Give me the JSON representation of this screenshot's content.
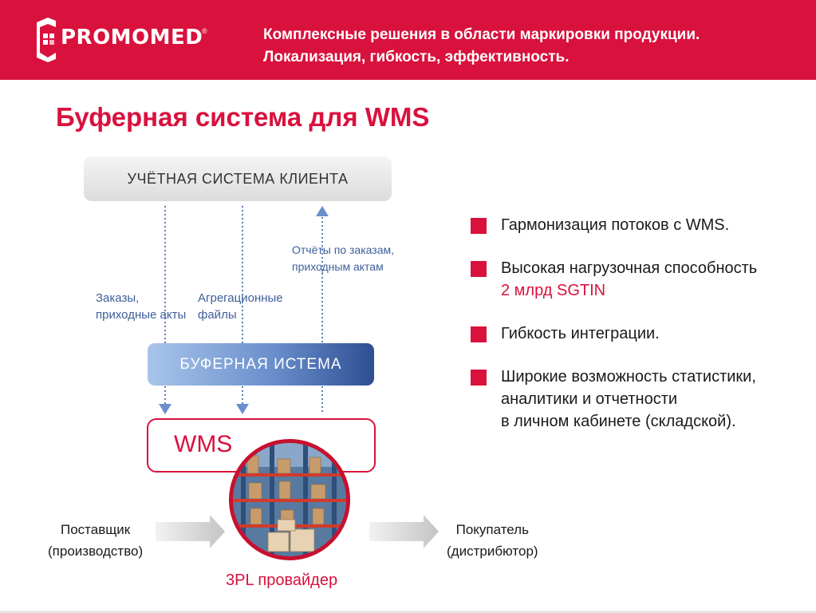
{
  "header": {
    "logo_text": "PROMOMED",
    "logo_reg": "®",
    "tagline_line1": "Комплексные решения в области маркировки продукции.",
    "tagline_line2": "Локализация, гибкость, эффективность."
  },
  "title": "Буферная система для WMS",
  "diagram": {
    "client_system": "УЧЁТНАЯ СИСТЕМА КЛИЕНТА",
    "buffer_system": "БУФЕРНАЯ  ИСТЕМА",
    "wms": "WMS",
    "flow_orders_1": "Заказы,",
    "flow_orders_2": "приходные акты",
    "flow_aggregation_1": "Агрегационные",
    "flow_aggregation_2": "файлы",
    "flow_reports_1": "Отчёты по заказам,",
    "flow_reports_2": "приходным актам",
    "supplier_1": "Поставщик",
    "supplier_2": "(производство)",
    "buyer_1": "Покупатель",
    "buyer_2": "(дистрибютор)",
    "provider": "3PL провайдер"
  },
  "bullets": [
    {
      "text": "Гармонизация потоков с WMS."
    },
    {
      "text": "Высокая нагрузочная способность",
      "highlight": "2 млрд SGTIN"
    },
    {
      "text": "Гибкость интеграции."
    },
    {
      "line1": "Широкие возможность статистики,",
      "line2": "аналитики и отчетности",
      "line3": "в личном кабинете (складской)."
    }
  ],
  "colors": {
    "brand_red": "#d9113d",
    "flow_blue": "#3d5f9a",
    "buffer_blue": "#4a6db0"
  }
}
